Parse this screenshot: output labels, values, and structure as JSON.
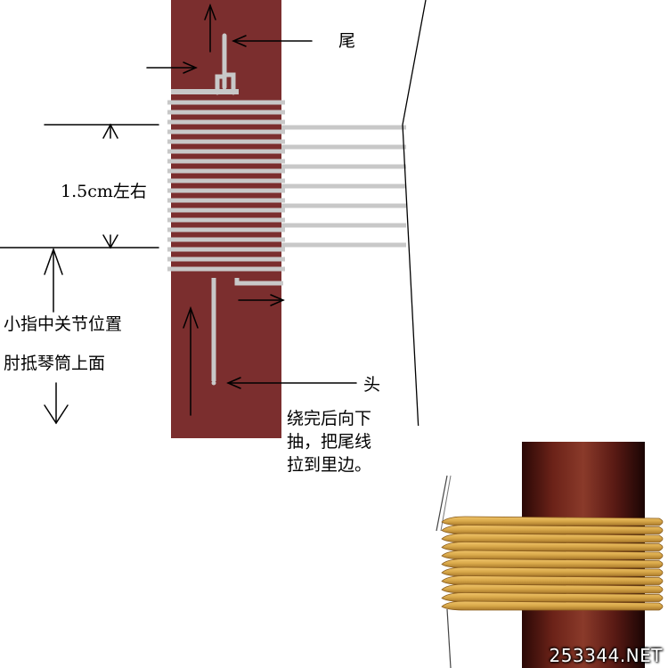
{
  "labels": {
    "tail": "尾",
    "head": "头",
    "span": "1.5cm左右",
    "position_line1": "小指中关节位置",
    "position_line2": "肘抵琴筒上面",
    "instruction_line1": "绕完后向下",
    "instruction_line2": "抽，把尾线",
    "instruction_line3": "拉到里边。"
  },
  "watermark": "253344.NET",
  "colors": {
    "pole": "#7b2e2e",
    "string": "#c8c8c8",
    "photo_pole": "#5a1a14",
    "photo_cord": "#d9a94a",
    "ink": "#000000"
  },
  "winding": {
    "pole_turns": 18,
    "loose_loops": 7
  }
}
